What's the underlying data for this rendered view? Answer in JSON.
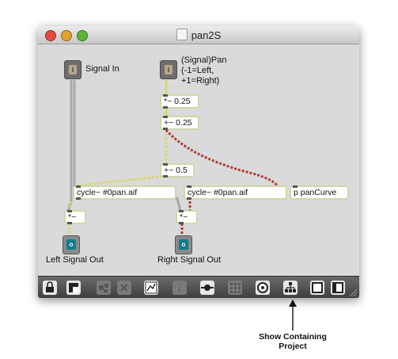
{
  "window": {
    "title": "pan2S"
  },
  "inlets": [
    {
      "label": "Signal In"
    },
    {
      "label_lines": [
        "(Signal)Pan",
        "(-1=Left,",
        "+1=Right)"
      ]
    }
  ],
  "inlet_glyph": "i",
  "outlet_glyph": "o",
  "objects": {
    "mul_025": "*~ 0.25",
    "add_025": "+~ 0.25",
    "add_05": "+~ 0.5",
    "cycle_left": "cycle~ #0pan.aif",
    "cycle_right": "cycle~ #0pan.aif",
    "subpatch": "p panCurve",
    "mul_left": "*~",
    "mul_right": "*~"
  },
  "outlets": [
    {
      "label": "Left Signal Out"
    },
    {
      "label": "Right Signal Out"
    }
  ],
  "toolbar": {
    "items": [
      "lock-icon",
      "presentation-icon",
      "grid-snap-icon",
      "close-x-icon",
      "inspector-icon",
      "info-icon",
      "patch-cord-icon",
      "grid-icon",
      "clue-icon",
      "show-containing-project-icon",
      "window-icon",
      "sidebar-icon"
    ]
  },
  "callout": {
    "line1": "Show Containing",
    "line2": "Project"
  }
}
